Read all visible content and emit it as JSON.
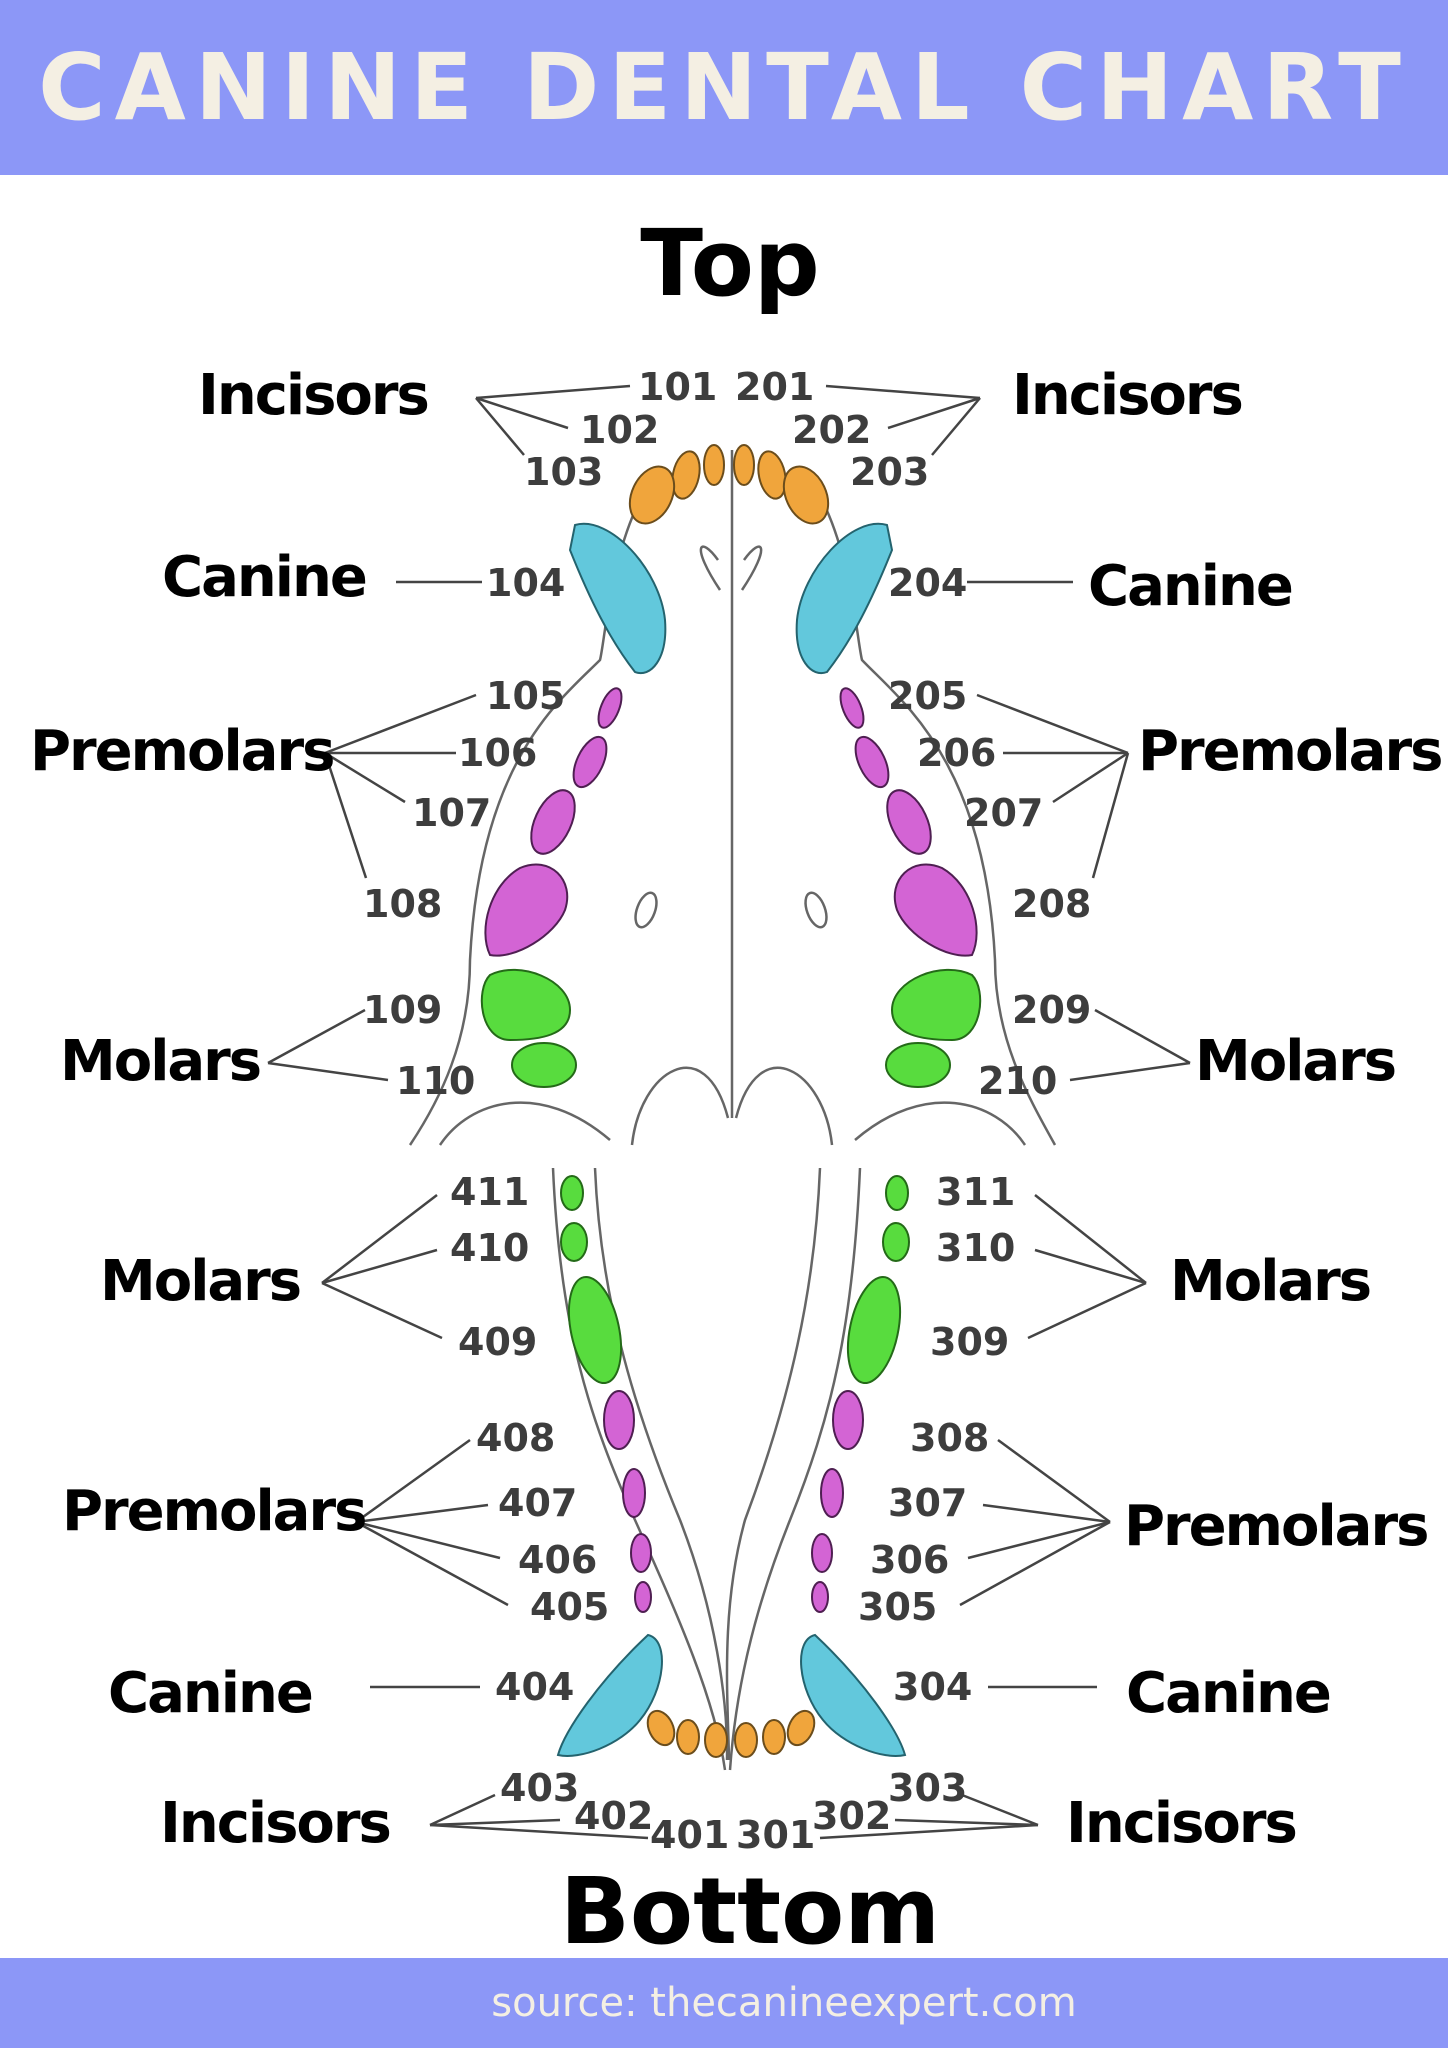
{
  "title": "CANINE DENTAL CHART",
  "top_label": "Top",
  "bottom_label": "Bottom",
  "source": "source: thecanineexpert.com",
  "colors": {
    "banner": "#8c97f7",
    "banner_text": "#f4efe3",
    "incisors": "#f0a53c",
    "canine": "#62c8dc",
    "premolars": "#d364d4",
    "molars": "#58dc3e"
  },
  "groups": {
    "upper_left": {
      "incisors": "Incisors",
      "canine": "Canine",
      "premolars": "Premolars",
      "molars": "Molars"
    },
    "upper_right": {
      "incisors": "Incisors",
      "canine": "Canine",
      "premolars": "Premolars",
      "molars": "Molars"
    },
    "lower_left": {
      "molars": "Molars",
      "premolars": "Premolars",
      "canine": "Canine",
      "incisors": "Incisors"
    },
    "lower_right": {
      "molars": "Molars",
      "premolars": "Premolars",
      "canine": "Canine",
      "incisors": "Incisors"
    }
  },
  "teeth": {
    "upper_left": [
      "101",
      "102",
      "103",
      "104",
      "105",
      "106",
      "107",
      "108",
      "109",
      "110"
    ],
    "upper_right": [
      "201",
      "202",
      "203",
      "204",
      "205",
      "206",
      "207",
      "208",
      "209",
      "210"
    ],
    "lower_right": [
      "301",
      "302",
      "303",
      "304",
      "305",
      "306",
      "307",
      "308",
      "309",
      "310",
      "311"
    ],
    "lower_left": [
      "401",
      "402",
      "403",
      "404",
      "405",
      "406",
      "407",
      "408",
      "409",
      "410",
      "411"
    ]
  }
}
